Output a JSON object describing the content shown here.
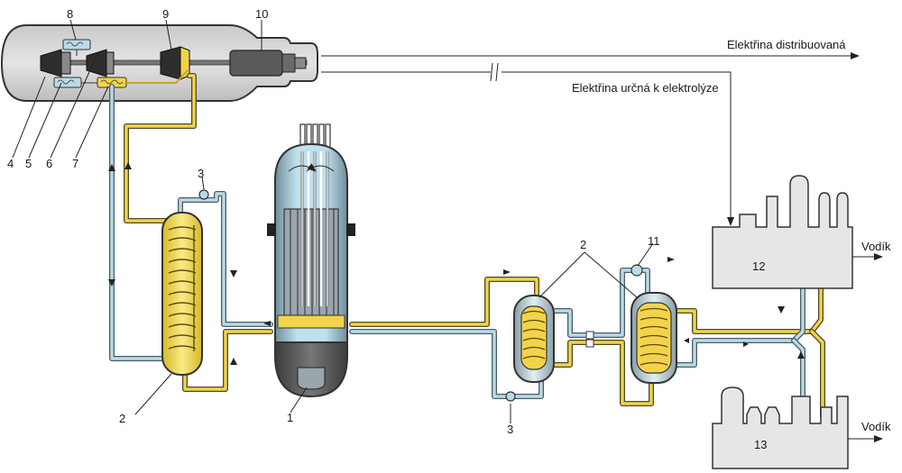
{
  "labels": {
    "n1": "1",
    "n2a": "2",
    "n2b": "2",
    "n3a": "3",
    "n3b": "3",
    "n4": "4",
    "n5": "5",
    "n6": "6",
    "n7": "7",
    "n8": "8",
    "n9": "9",
    "n10": "10",
    "n11": "11",
    "n12": "12",
    "n13": "13"
  },
  "texts": {
    "electricity_distributed": "Elektřina distribuovaná",
    "electricity_electrolysis": "Elektřina určná k elektrolýze",
    "hydrogen_top": "Vodík",
    "hydrogen_bottom": "Vodík"
  },
  "colors": {
    "hot_loop": "#f3d34a",
    "cold_loop": "#b9dbe8",
    "vessel_top": "#a9d3e4",
    "core": "#9aa6ac",
    "building": "#e6e6e6",
    "housing": "#d9d9d9"
  }
}
